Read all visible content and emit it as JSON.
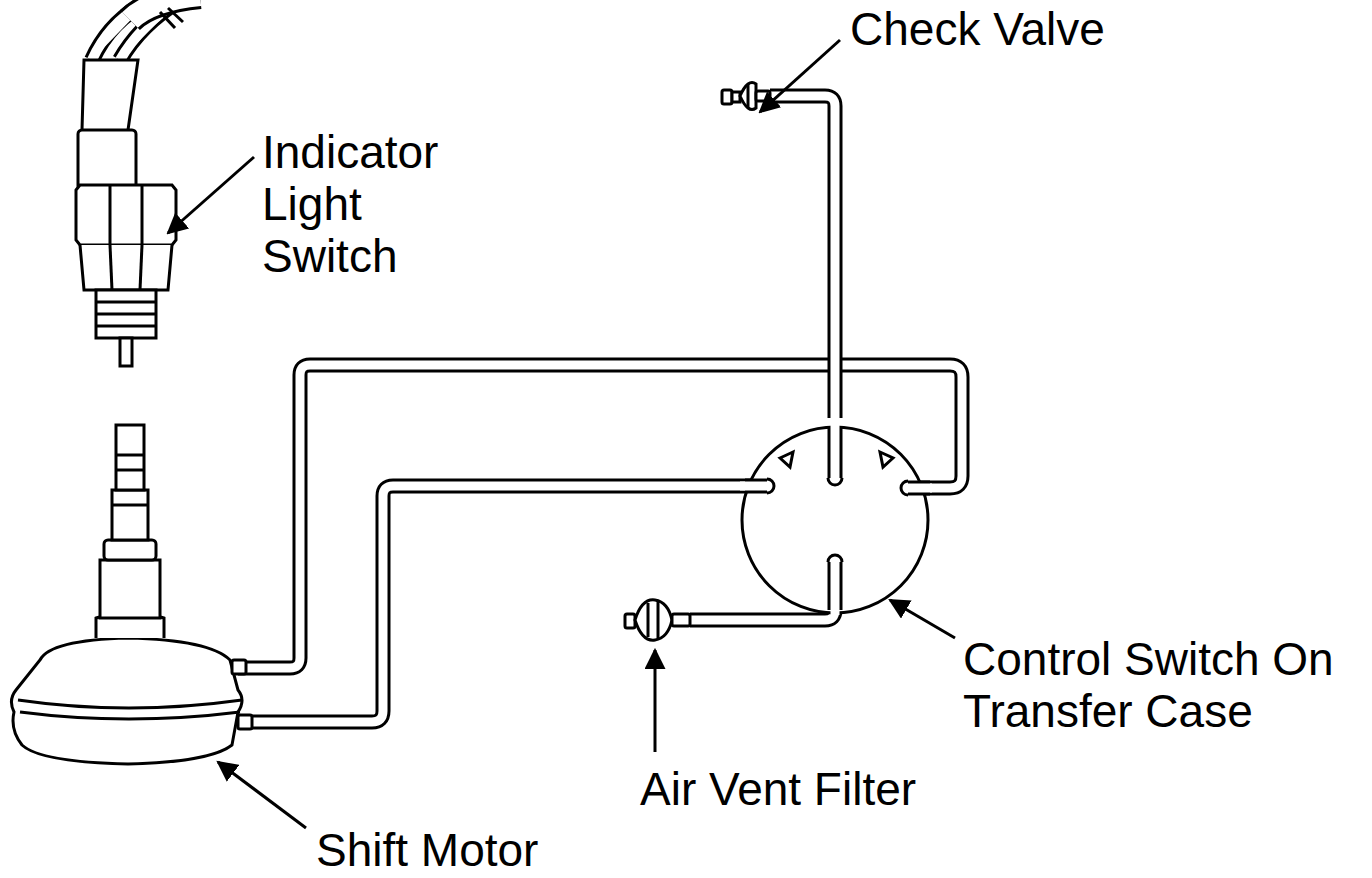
{
  "diagram": {
    "labels": [
      "Check Valve",
      "Indicator Light Switch",
      "Control Switch On Transfer Case",
      "Air Vent Filter",
      "Shift Motor"
    ]
  }
}
